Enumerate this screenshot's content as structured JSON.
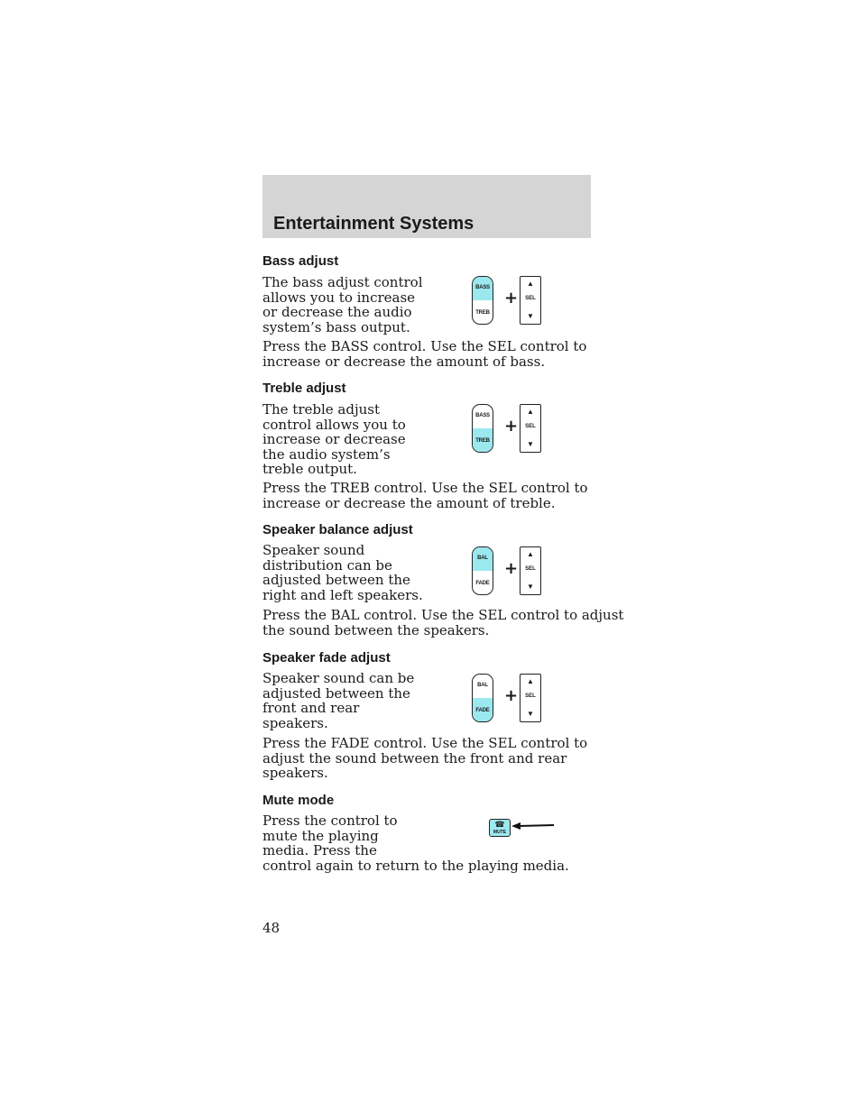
{
  "header": {
    "title": "Entertainment Systems"
  },
  "sections": [
    {
      "title": "Bass adjust",
      "intro": "The bass adjust control\nallows you to increase\nor decrease the audio\nsystem’s bass output.",
      "instruction": "Press the BASS control. Use the SEL control to\nincrease or decrease the amount of bass.",
      "control": {
        "top_label": "BASS",
        "bottom_label": "TREB",
        "highlight": "top",
        "plus": "+",
        "sel_label": "SEL",
        "up_arrow": "▲",
        "down_arrow": "▼"
      }
    },
    {
      "title": "Treble adjust",
      "intro": "The treble adjust\ncontrol allows you to\nincrease or decrease\nthe audio system’s\ntreble output.",
      "instruction": "Press the TREB control. Use the SEL control to\nincrease or decrease the amount of treble.",
      "control": {
        "top_label": "BASS",
        "bottom_label": "TREB",
        "highlight": "bottom",
        "plus": "+",
        "sel_label": "SEL",
        "up_arrow": "▲",
        "down_arrow": "▼"
      }
    },
    {
      "title": "Speaker balance adjust",
      "intro": "Speaker sound\ndistribution can be\nadjusted between the\nright and left speakers.",
      "instruction": "Press the BAL control. Use the SEL control to adjust\nthe sound between the speakers.",
      "control": {
        "top_label": "BAL",
        "bottom_label": "FADE",
        "highlight": "top",
        "plus": "+",
        "sel_label": "SEL",
        "up_arrow": "▲",
        "down_arrow": "▼"
      }
    },
    {
      "title": "Speaker fade adjust",
      "intro": "Speaker sound can be\nadjusted between the\nfront and rear\nspeakers.",
      "instruction": "Press the FADE control. Use the SEL control to\nadjust the sound between the front and rear\nspeakers.",
      "control": {
        "top_label": "BAL",
        "bottom_label": "FADE",
        "highlight": "bottom",
        "plus": "+",
        "sel_label": "SEL",
        "up_arrow": "▲",
        "down_arrow": "▼"
      }
    },
    {
      "title": "Mute mode",
      "intro": "Press the control to\nmute the playing\nmedia. Press the\ncontrol again to return to the playing media.",
      "control": {
        "label": "MUTE",
        "icon": "phone-icon",
        "glyph": "☎"
      }
    }
  ],
  "page_number": "48",
  "colors": {
    "header_band": "#d5d5d5",
    "highlight": "#9ce8ef"
  }
}
